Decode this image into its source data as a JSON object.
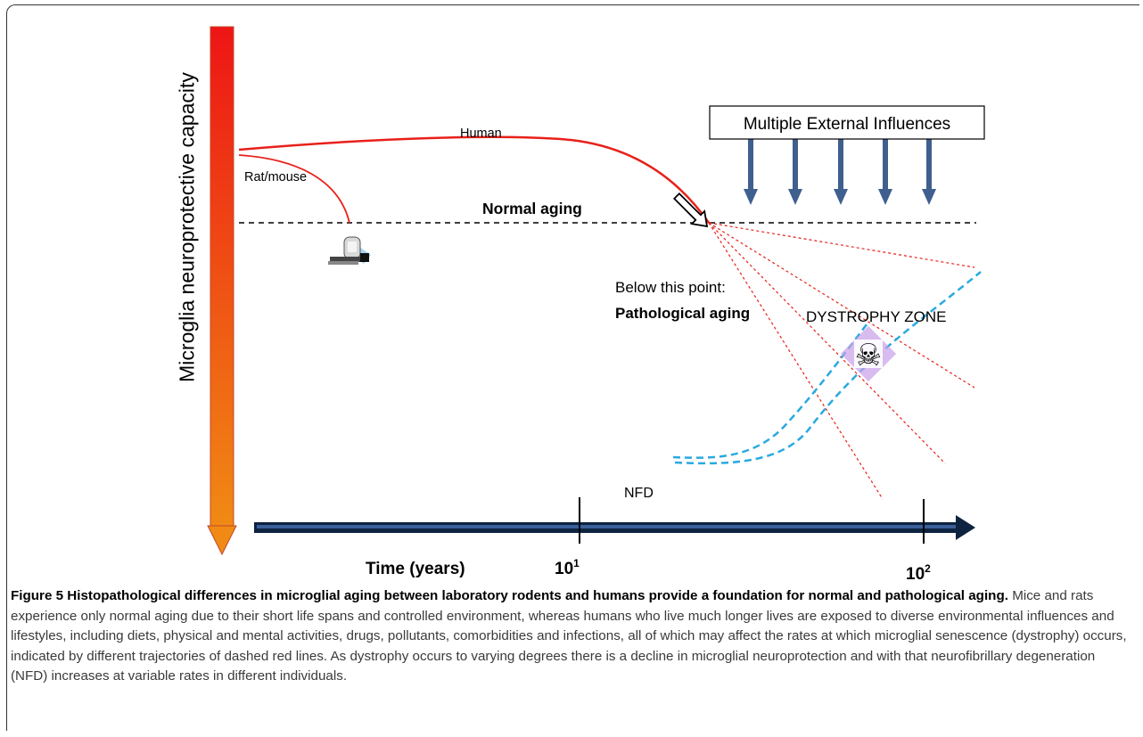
{
  "diagram": {
    "y_axis_label": "Microglia neuroprotective capacity",
    "x_axis_label": "Time (years)",
    "tick_10_base": "10",
    "tick_10_exp": "1",
    "tick_100_base": "10",
    "tick_100_exp": "2",
    "human_label": "Human",
    "rodent_label": "Rat/mouse",
    "normal_aging_label": "Normal aging",
    "below_point_line1": "Below this point:",
    "below_point_line2": "Pathological aging",
    "external_influences_label": "Multiple External Influences",
    "dystrophy_zone_label": "DYSTROPHY ZONE",
    "nfd_label": "NFD",
    "colors": {
      "human_curve": "#e8201a",
      "dashed_red": "#e8201a",
      "dashed_blue": "#29a9e0",
      "arrow_blue": "#3f5f8f",
      "time_axis": "#0d2340"
    },
    "icons": [
      "tombstone-computer-icon",
      "skull-crossbones-icon",
      "hollow-arrow-icon"
    ]
  },
  "caption": {
    "title": "Figure 5 Histopathological differences in microglial aging between laboratory rodents and humans provide a foundation for normal and pathological aging.",
    "body": "Mice and rats experience only normal aging due to their short life spans and controlled environment, whereas humans who live much longer lives are exposed to diverse environmental influences and lifestyles, including diets, physical and mental activities, drugs, pollutants, comorbidities and infections, all of which may affect the rates at which microglial senescence (dystrophy) occurs, indicated by different trajectories of dashed red lines. As dystrophy occurs to varying degrees there is a decline in microglial neuroprotection and with that neurofibrillary degeneration (NFD) increases at variable rates in different individuals."
  }
}
